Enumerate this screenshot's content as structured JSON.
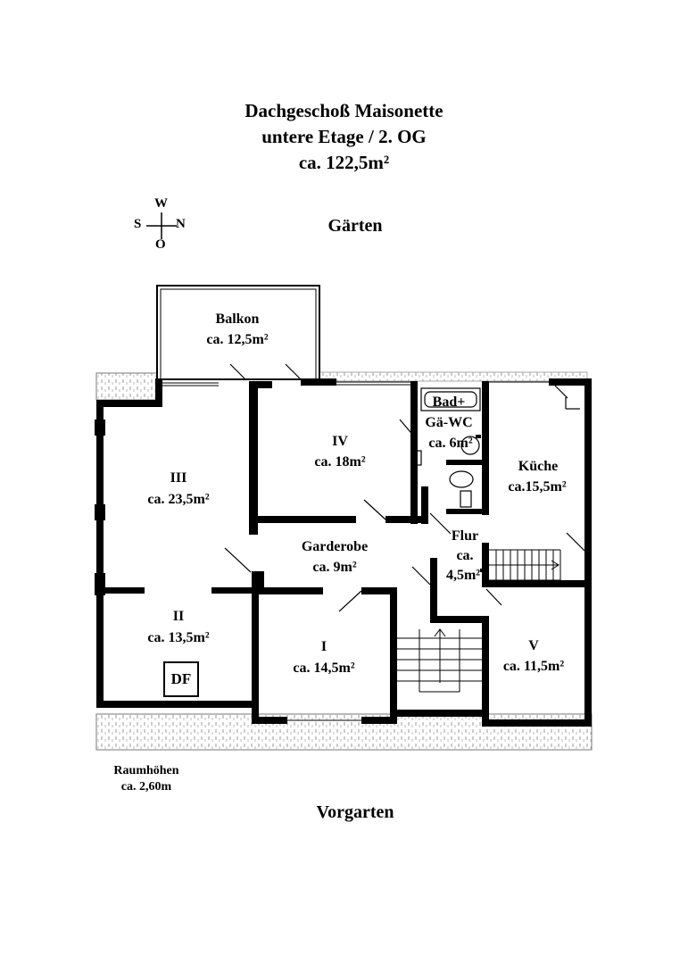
{
  "header": {
    "line1": "Dachgeschoß Maisonette",
    "line2": "untere Etage / 2. OG",
    "line3": "ca. 122,5m²"
  },
  "compass": {
    "north": "N",
    "south": "S",
    "west": "W",
    "east": "O"
  },
  "orientation": {
    "top": "Gärten",
    "bottom": "Vorgarten"
  },
  "rooms": {
    "balkon": {
      "name": "Balkon",
      "area": "ca. 12,5m²"
    },
    "iv": {
      "name": "IV",
      "area": "ca. 18m²"
    },
    "bad": {
      "name": "Bad+",
      "name2": "Gä-WC",
      "area": "ca. 6m²"
    },
    "kueche": {
      "name": "Küche",
      "area": "ca.15,5m²"
    },
    "iii": {
      "name": "III",
      "area": "ca. 23,5m²"
    },
    "garderobe": {
      "name": "Garderobe",
      "area": "ca. 9m²"
    },
    "flur": {
      "name": "Flur",
      "area1": "ca.",
      "area2": "4,5m²"
    },
    "ii": {
      "name": "II",
      "area": "ca. 13,5m²"
    },
    "i": {
      "name": "I",
      "area": "ca. 14,5m²"
    },
    "v": {
      "name": "V",
      "area": "ca. 11,5m²"
    },
    "df": "DF"
  },
  "note": {
    "line1": "Raumhöhen",
    "line2": "ca. 2,60m"
  }
}
